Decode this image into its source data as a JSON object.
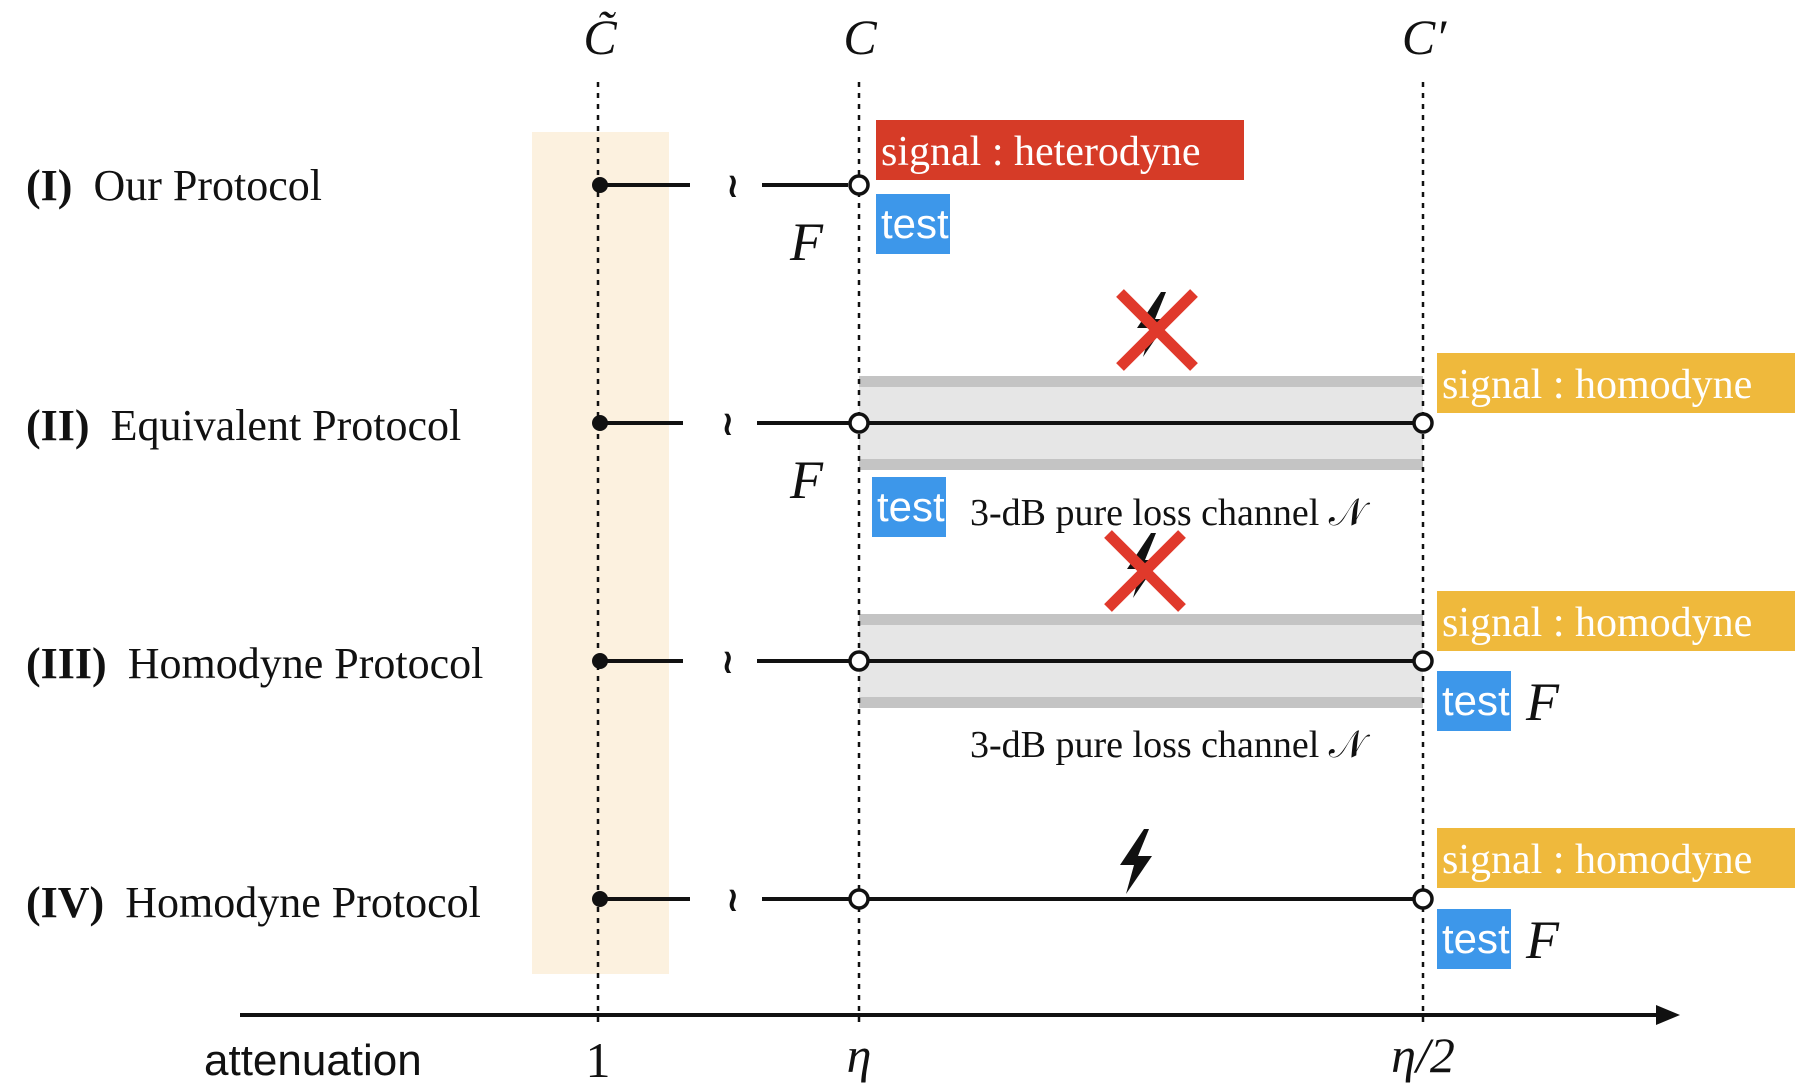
{
  "top_labels": {
    "ctilde": "C̃",
    "c": "C",
    "cprime": "C′"
  },
  "rows": [
    {
      "roman": "(I)",
      "name": "Our Protocol"
    },
    {
      "roman": "(II)",
      "name": "Equivalent Protocol"
    },
    {
      "roman": "(III)",
      "name": "Homodyne Protocol"
    },
    {
      "roman": "(IV)",
      "name": "Homodyne Protocol"
    }
  ],
  "tags": {
    "signal_heterodyne": "signal : heterodyne",
    "signal_homodyne": "signal : homodyne",
    "test": "test"
  },
  "channel_label": "3-dB pure loss channel 𝒩",
  "f_label": "F",
  "wavy_symbol": "≀≀",
  "axis": {
    "label": "attenuation",
    "ticks": [
      "1",
      "η",
      "η/2"
    ]
  },
  "colors": {
    "heterodyne": "#d63b27",
    "homodyne": "#efb93c",
    "test": "#3d97ea",
    "highlight_band": "#fcf1df",
    "channel_fill": "#e6e6e6",
    "channel_edge": "#c4c4c4",
    "cross": "#e0392b"
  },
  "icons": [
    "lightning-icon",
    "cross-icon"
  ]
}
